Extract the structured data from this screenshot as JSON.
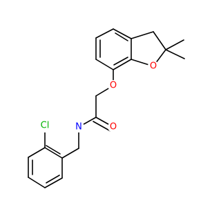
{
  "molecule": {
    "atoms": {
      "O_ether": {
        "text": "O",
        "color": "#ff0000"
      },
      "O_ring": {
        "text": "O",
        "color": "#ff0000"
      },
      "O_carbonyl": {
        "text": "O",
        "color": "#ff0000"
      },
      "N_amide": {
        "text": "N",
        "color": "#0000ff"
      },
      "Cl": {
        "text": "Cl",
        "color": "#00b300"
      }
    },
    "bond_color": "#000000"
  }
}
